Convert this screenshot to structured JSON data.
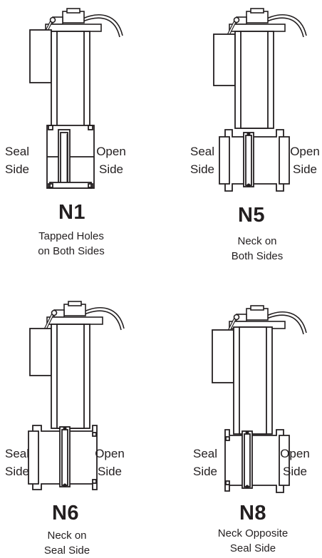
{
  "panels": [
    {
      "code": "N1",
      "seal": [
        "Seal",
        "Side"
      ],
      "open": [
        "Open",
        "Side"
      ],
      "desc": [
        "Tapped Holes",
        "on Both Sides"
      ]
    },
    {
      "code": "N5",
      "seal": [
        "Seal",
        "Side"
      ],
      "open": [
        "Open",
        "Side"
      ],
      "desc": [
        "Neck on",
        "Both Sides"
      ]
    },
    {
      "code": "N6",
      "seal": [
        "Seal",
        "Side"
      ],
      "open": [
        "Open",
        "Side"
      ],
      "desc": [
        "Neck on",
        "Seal Side"
      ]
    },
    {
      "code": "N8",
      "seal": [
        "Seal",
        "Side"
      ],
      "open": [
        "Open",
        "Side"
      ],
      "desc": [
        "Neck Opposite",
        "Seal Side"
      ]
    }
  ]
}
